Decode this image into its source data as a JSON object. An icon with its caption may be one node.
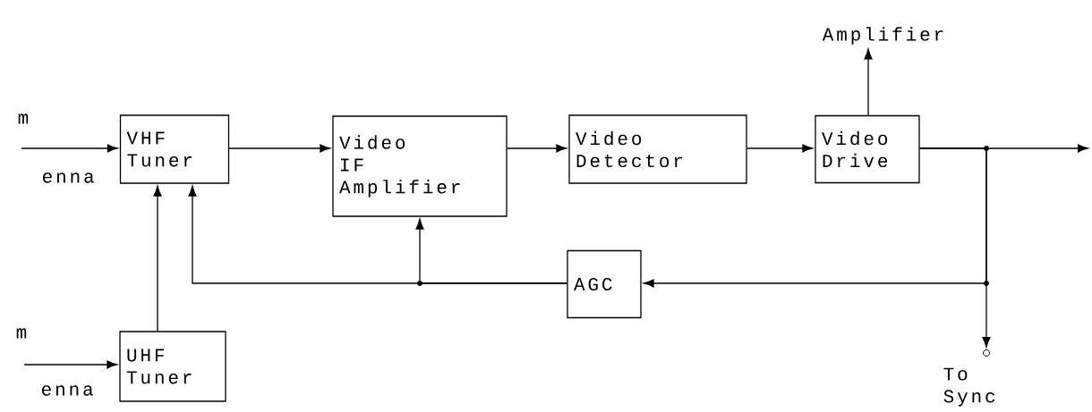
{
  "diagram": {
    "nodes": [
      {
        "text": [
          "VHF Tuner"
        ]
      },
      {
        "text": [
          "Video IF Amplifier"
        ]
      },
      {
        "text": [
          "Video Detector"
        ]
      },
      {
        "text": [
          "Video Drive"
        ]
      },
      {
        "text": [
          "AGC"
        ]
      },
      {
        "text": [
          "UHF Tuner"
        ]
      },
      {
        "text": [
          "Amplifier"
        ]
      },
      {
        "text": [],
        "shape": "circle",
        "beside": [
          "To Sync"
        ]
      }
    ],
    "edges": [
      {
        "from": null,
        "to": 0,
        "arrow": "to"
      },
      {
        "from": null,
        "to": 5,
        "arrow": "to"
      },
      {
        "from": 0,
        "to": 1,
        "arrow": "to"
      },
      {
        "from": 1,
        "to": 2,
        "arrow": "to"
      },
      {
        "from": 2,
        "to": 3,
        "arrow": "to"
      },
      {
        "from": 3,
        "to": 6,
        "arrow": "to"
      },
      {
        "from": 3,
        "to": null,
        "arrow": "to"
      },
      {
        "from": 5,
        "to": 0,
        "arrow": "to"
      },
      {
        "from": 3,
        "to": 4,
        "arrow": "to"
      },
      {
        "from": 4,
        "to": 1,
        "arrow": "to"
      },
      {
        "from": 4,
        "to": 0,
        "arrow": "to"
      },
      {
        "from": 3,
        "to": 7,
        "arrow": "to"
      }
    ],
    "labels": [
      "m",
      "enna",
      "m",
      "enna"
    ]
  }
}
